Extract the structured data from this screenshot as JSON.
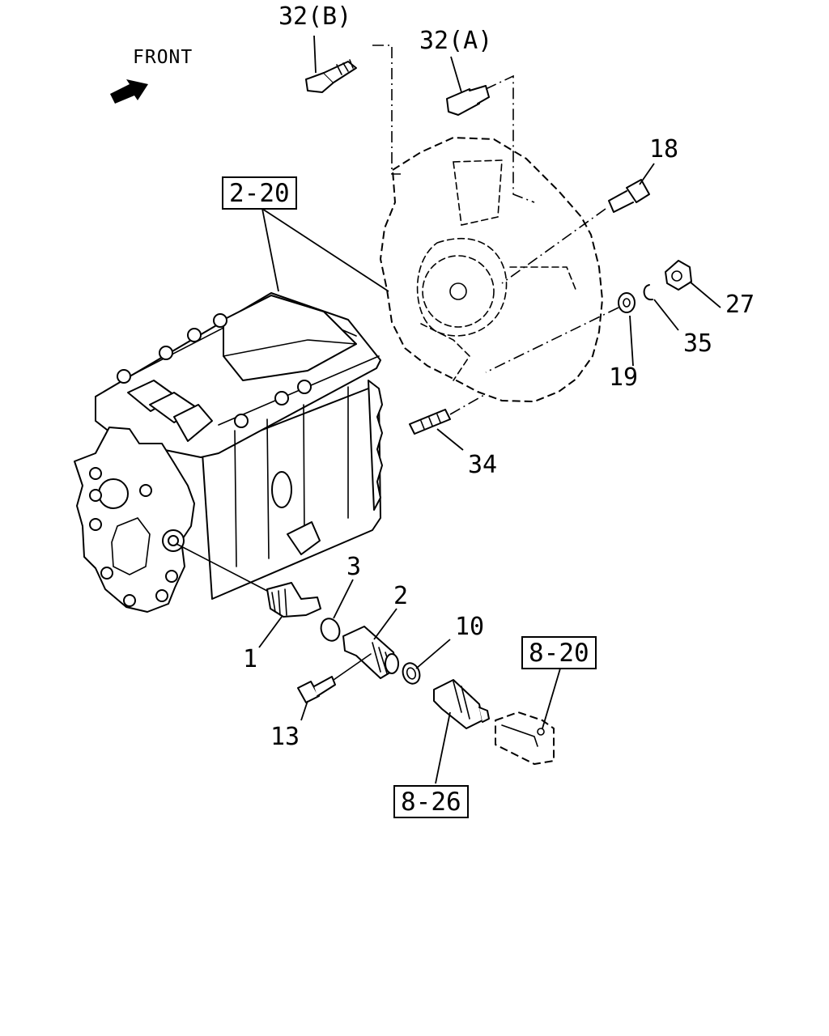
{
  "front_label": "FRONT",
  "ref_boxes": {
    "transmission": "2-20",
    "harness": "8-20",
    "sensor": "8-26"
  },
  "parts": {
    "p32b": "32(B)",
    "p32a": "32(A)",
    "p18": "18",
    "p27": "27",
    "p35": "35",
    "p19": "19",
    "p34": "34",
    "p3": "3",
    "p2": "2",
    "p10": "10",
    "p1": "1",
    "p13": "13"
  }
}
